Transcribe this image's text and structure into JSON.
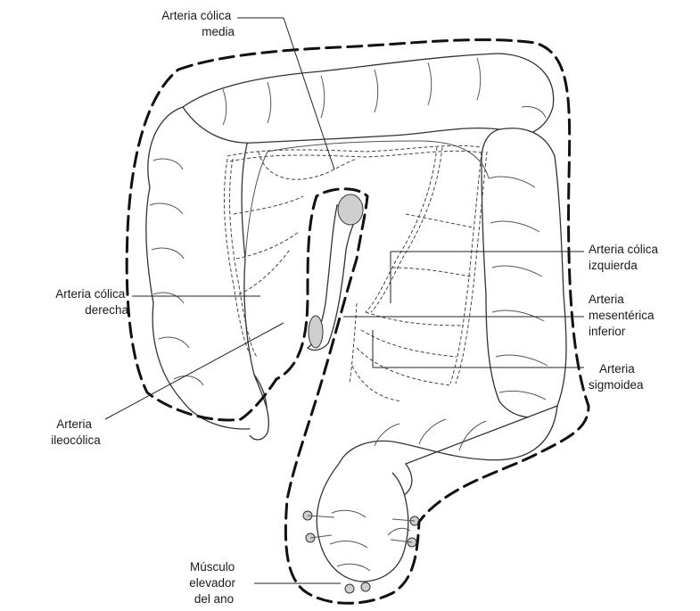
{
  "labels": {
    "media": [
      "Arteria cólica",
      "media"
    ],
    "izquierda": [
      "Arteria cólica",
      "izquierda"
    ],
    "derecha": [
      "Arteria cólica",
      "derecha"
    ],
    "mesenterica": [
      "Arteria",
      "mesentérica",
      "inferior"
    ],
    "sigmoidea": [
      "Arteria",
      "sigmoidea"
    ],
    "ileocolica": [
      "Arteria",
      "ileocólica"
    ],
    "elevador": [
      "Músculo",
      "elevador",
      "del ano"
    ]
  }
}
